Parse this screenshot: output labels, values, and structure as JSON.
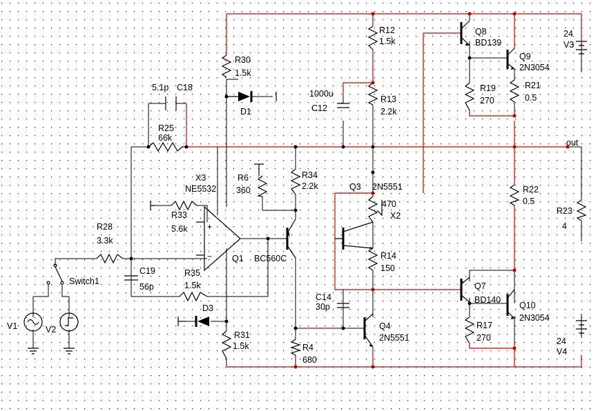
{
  "colors": {
    "background": "#ffffff",
    "grid": "#000000",
    "wire": "#000000",
    "rail_wire": "#d00000"
  },
  "labels": {
    "r30": "R30",
    "r30v": "1.5k",
    "d1": "D1",
    "r12": "R12",
    "r12v": "1.5k",
    "r13": "R13",
    "r13v": "2.2k",
    "c12v": "1000u",
    "c12": "C12",
    "q8": "Q8",
    "q8m": "BD139",
    "q9": "Q9",
    "q9m": "2N3054",
    "r19": "R19",
    "r19v": "270",
    "r21": "R21",
    "r21v": "0.5",
    "v3n": "24",
    "v3": "V3",
    "c18v": "5.1p",
    "c18": "C18",
    "r25": "R25",
    "r25v": "66k",
    "out": "out",
    "x3": "X3",
    "x3m": "NE5532",
    "r6": "R6",
    "r6v": "360",
    "r34": "R34",
    "r34v": "2.2k",
    "q3": "Q3",
    "q3m": "2N5551",
    "p470": "470",
    "x2": "X2",
    "r22": "R22",
    "r22v": "0.5",
    "r23": "R23",
    "r23v": "4",
    "r33": "R33",
    "r33v": "5.6k",
    "r28": "R28",
    "r28v": "3.3k",
    "q1": "Q1",
    "q1m": "BC560C",
    "r14": "R14",
    "r14v": "150",
    "c19": "C19",
    "c19v": "56p",
    "r35": "R35",
    "r35v": "1.5k",
    "switch": "Switch1",
    "q7": "Q7",
    "q7m": "BD140",
    "q10": "Q10",
    "q10m": "2N3054",
    "c14": "C14",
    "c14v": "30p",
    "v1": "V1",
    "v2": "V2",
    "d3": "D3",
    "q4": "Q4",
    "q4m": "2N5551",
    "r17": "R17",
    "r17v": "270",
    "v4n": "24",
    "v4": "V4",
    "r31": "R31",
    "r31v": "1.5k",
    "r4": "R4",
    "r4v": "680",
    "plus": "+",
    "minus": "−"
  }
}
